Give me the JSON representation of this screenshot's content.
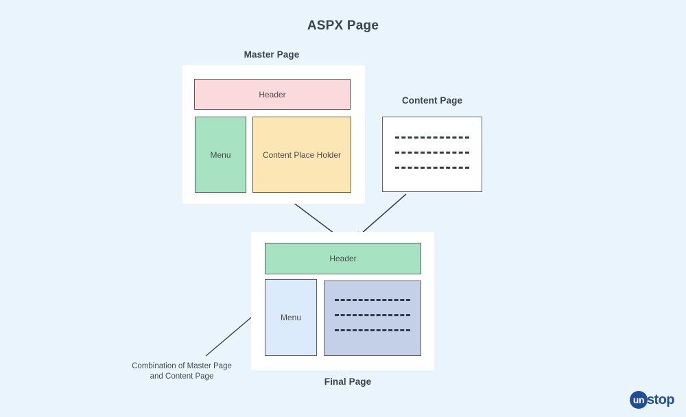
{
  "diagram": {
    "title": "ASPX Page",
    "background_color": "#eaf4fd",
    "sections": {
      "master_page": {
        "label": "Master Page",
        "boxes": {
          "header": {
            "label": "Header",
            "color": "#fadadd"
          },
          "menu": {
            "label": "Menu",
            "color": "#a7e3c3"
          },
          "content_place_holder": {
            "label": "Content Place Holder",
            "color": "#fce7b4"
          }
        }
      },
      "content_page": {
        "label": "Content Page",
        "box": {
          "color": "#ffffff",
          "line_count": 3
        }
      },
      "final_page": {
        "label": "Final Page",
        "boxes": {
          "header": {
            "label": "Header",
            "color": "#a7e3c3"
          },
          "menu": {
            "label": "Menu",
            "color": "#dcebfb"
          },
          "content": {
            "color": "#c3d0e8",
            "line_count": 3
          }
        }
      }
    },
    "caption": {
      "line1": "Combination of Master Page",
      "line2": "and Content Page"
    },
    "connectors": [
      {
        "name": "master-to-final-arrow",
        "from": "content_place_holder",
        "to": "final_header"
      },
      {
        "name": "content-to-final-arrow",
        "from": "content_page",
        "to": "final_header"
      },
      {
        "name": "caption-leader-line",
        "from": "caption",
        "to": "final_menu"
      }
    ]
  },
  "branding": {
    "logo_mark": "un",
    "logo_word": "stop",
    "logo_color": "#1f4e96"
  }
}
